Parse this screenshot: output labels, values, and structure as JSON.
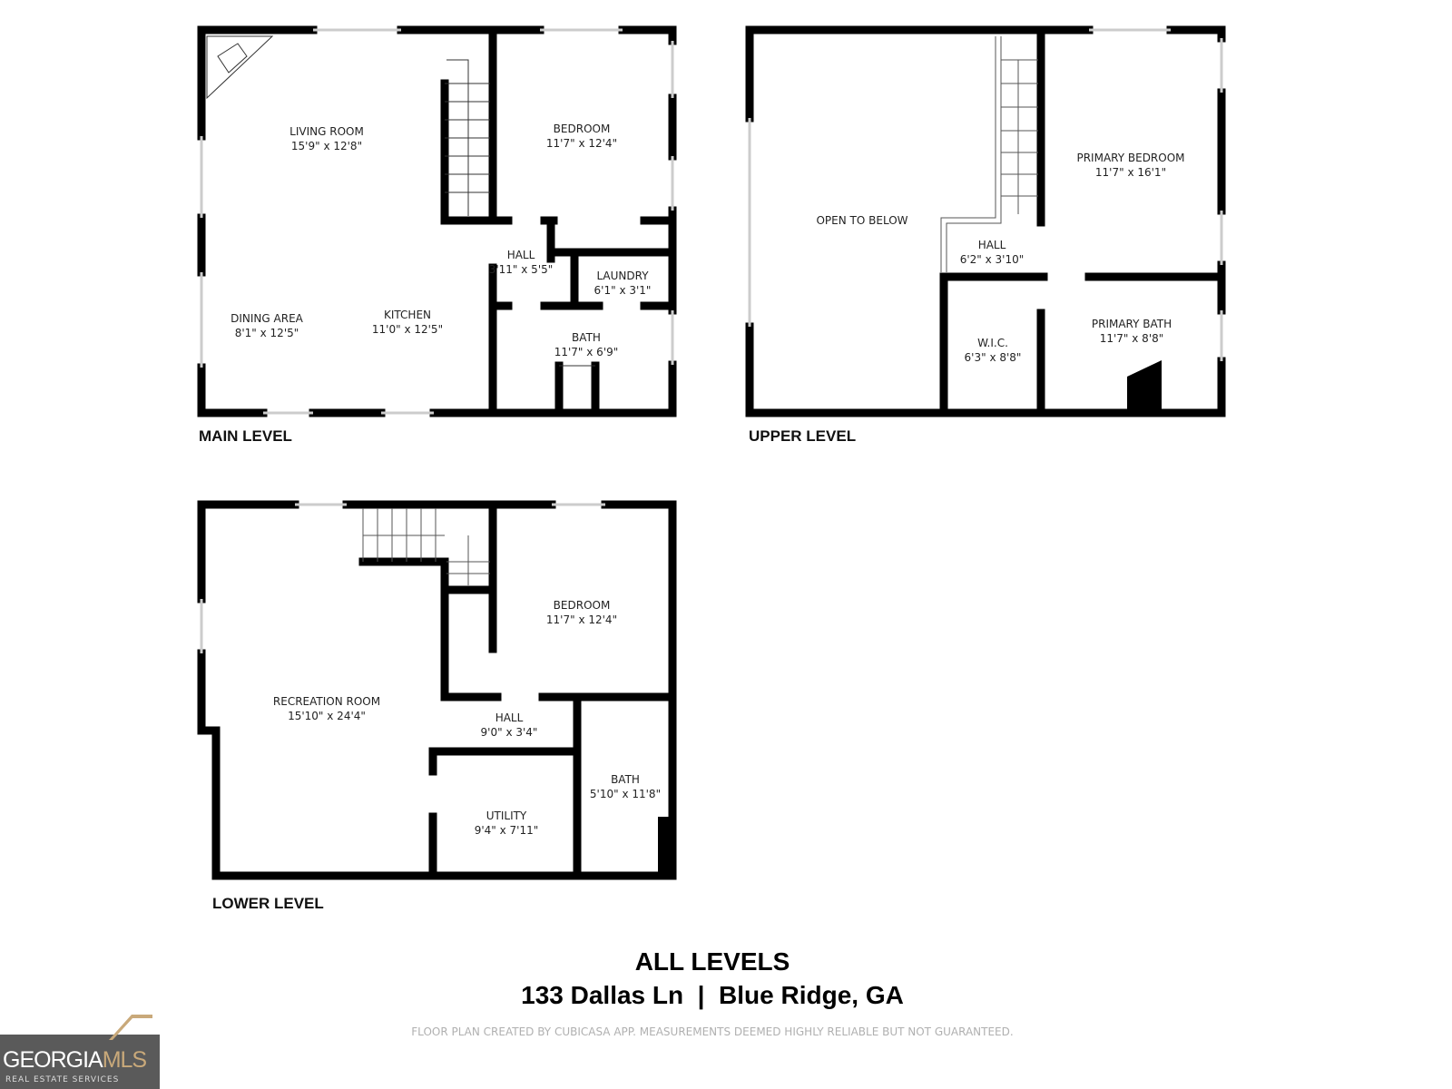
{
  "levels": {
    "main": {
      "label": "MAIN LEVEL",
      "rooms": [
        {
          "name": "LIVING ROOM",
          "size": "15'9\" x 12'8\""
        },
        {
          "name": "BEDROOM",
          "size": "11'7\" x 12'4\""
        },
        {
          "name": "HALL",
          "size": "3'11\" x 5'5\""
        },
        {
          "name": "LAUNDRY",
          "size": "6'1\" x 3'1\""
        },
        {
          "name": "DINING AREA",
          "size": "8'1\" x 12'5\""
        },
        {
          "name": "KITCHEN",
          "size": "11'0\" x 12'5\""
        },
        {
          "name": "BATH",
          "size": "11'7\" x 6'9\""
        }
      ]
    },
    "upper": {
      "label": "UPPER LEVEL",
      "rooms": [
        {
          "name": "OPEN TO BELOW",
          "size": ""
        },
        {
          "name": "PRIMARY BEDROOM",
          "size": "11'7\" x 16'1\""
        },
        {
          "name": "HALL",
          "size": "6'2\" x 3'10\""
        },
        {
          "name": "W.I.C.",
          "size": "6'3\" x 8'8\""
        },
        {
          "name": "PRIMARY BATH",
          "size": "11'7\" x 8'8\""
        }
      ]
    },
    "lower": {
      "label": "LOWER LEVEL",
      "rooms": [
        {
          "name": "BEDROOM",
          "size": "11'7\" x 12'4\""
        },
        {
          "name": "RECREATION ROOM",
          "size": "15'10\" x 24'4\""
        },
        {
          "name": "HALL",
          "size": "9'0\" x 3'4\""
        },
        {
          "name": "BATH",
          "size": "5'10\" x 11'8\""
        },
        {
          "name": "UTILITY",
          "size": "9'4\" x 7'11\""
        }
      ]
    }
  },
  "footer": {
    "title": "ALL LEVELS",
    "address": "133 Dallas Ln  |  Blue Ridge, GA",
    "disclaimer": "FLOOR PLAN CREATED BY CUBICASA APP. MEASUREMENTS DEEMED HIGHLY RELIABLE BUT NOT GUARANTEED."
  },
  "logo": {
    "text_a": "GEORGIA",
    "text_b": "MLS",
    "subtitle": "REAL ESTATE SERVICES"
  },
  "colors": {
    "wall": "#000000",
    "window": "#cccccc",
    "logo_bg": "#5a5a5a",
    "logo_accent": "#c9a97a"
  }
}
